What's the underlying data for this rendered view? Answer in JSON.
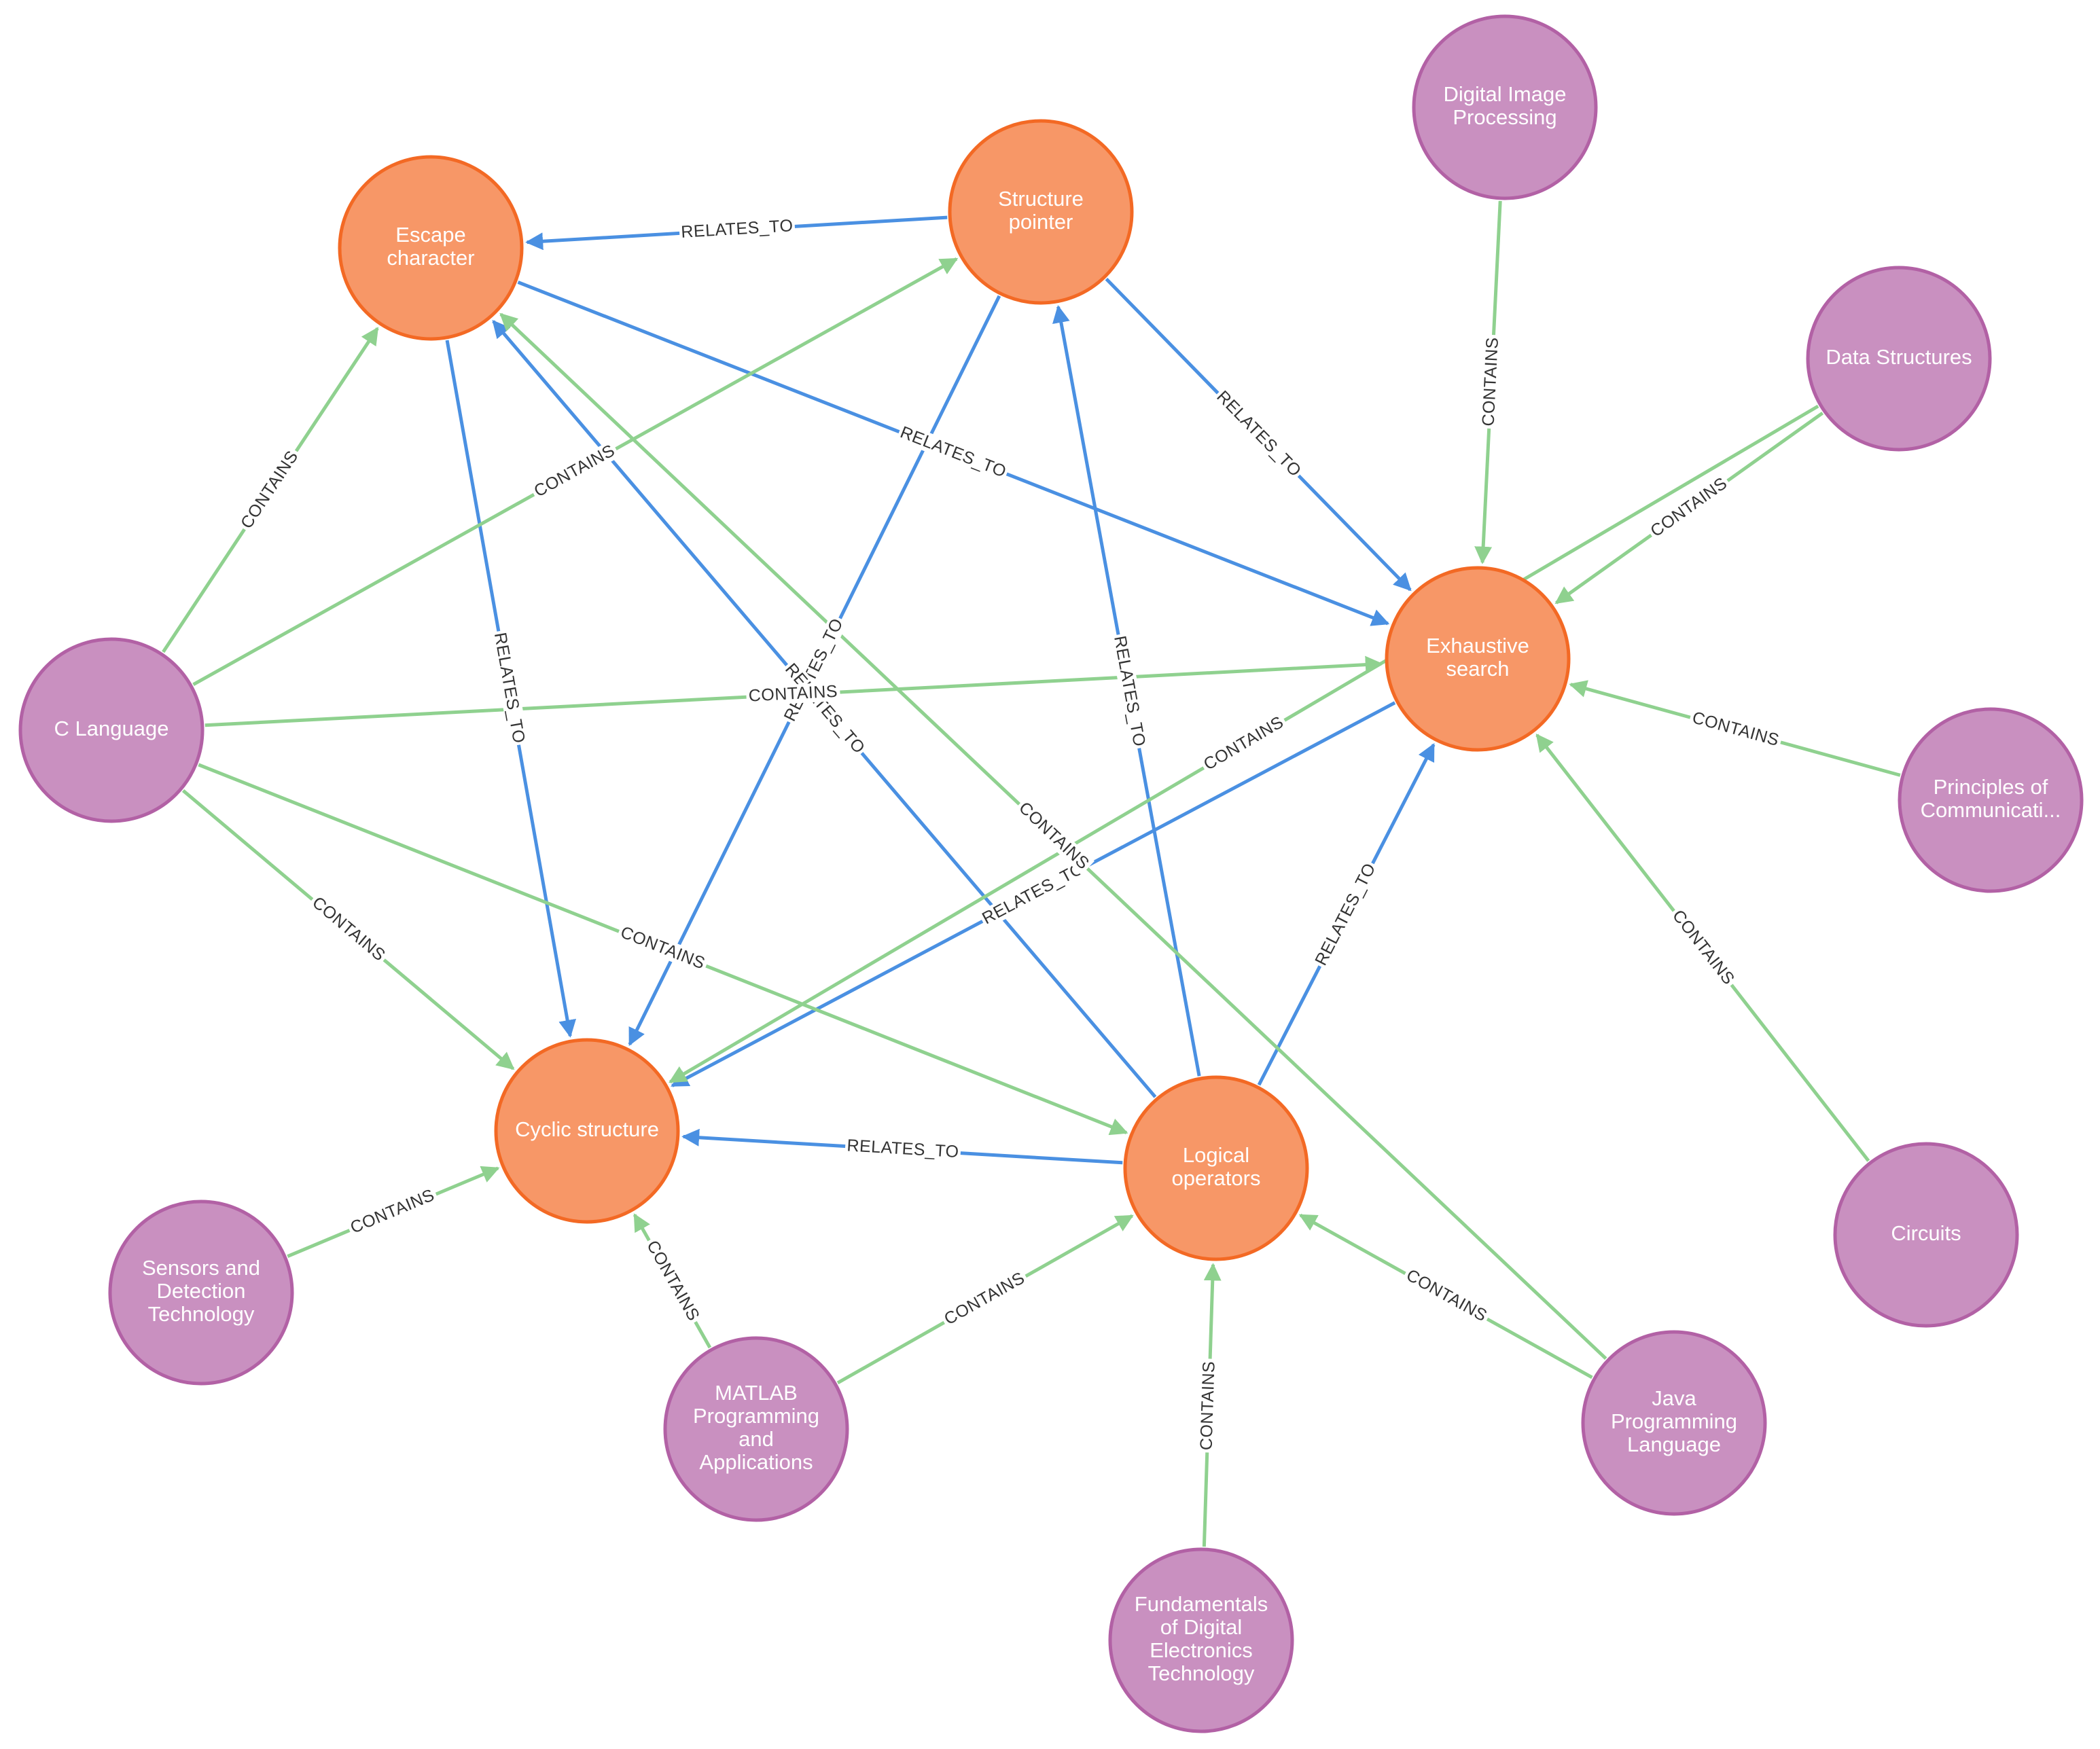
{
  "colors": {
    "concept_fill": "#F79767",
    "concept_stroke": "#F36924",
    "course_fill": "#C990C0",
    "course_stroke": "#B261A5",
    "contains_edge": "#8FD18F",
    "relates_edge": "#4A90E2"
  },
  "relationship_types": {
    "contains": "CONTAINS",
    "relates": "RELATES_TO"
  },
  "nodes": [
    {
      "id": "escape",
      "kind": "concept",
      "lines": [
        "Escape",
        "character"
      ]
    },
    {
      "id": "structptr",
      "kind": "concept",
      "lines": [
        "Structure",
        "pointer"
      ]
    },
    {
      "id": "exhaustive",
      "kind": "concept",
      "lines": [
        "Exhaustive",
        "search"
      ]
    },
    {
      "id": "cyclic",
      "kind": "concept",
      "lines": [
        "Cyclic structure"
      ]
    },
    {
      "id": "logical",
      "kind": "concept",
      "lines": [
        "Logical",
        "operators"
      ]
    },
    {
      "id": "dip",
      "kind": "course",
      "lines": [
        "Digital Image",
        "Processing"
      ]
    },
    {
      "id": "ds",
      "kind": "course",
      "lines": [
        "Data Structures"
      ]
    },
    {
      "id": "c",
      "kind": "course",
      "lines": [
        "C Language"
      ]
    },
    {
      "id": "poc",
      "kind": "course",
      "lines": [
        "Principles of",
        "Communicati..."
      ]
    },
    {
      "id": "circuits",
      "kind": "course",
      "lines": [
        "Circuits"
      ]
    },
    {
      "id": "sensors",
      "kind": "course",
      "lines": [
        "Sensors and",
        "Detection",
        "Technology"
      ]
    },
    {
      "id": "matlab",
      "kind": "course",
      "lines": [
        "MATLAB",
        "Programming",
        "and",
        "Applications"
      ]
    },
    {
      "id": "java",
      "kind": "course",
      "lines": [
        "Java",
        "Programming",
        "Language"
      ]
    },
    {
      "id": "fde",
      "kind": "course",
      "lines": [
        "Fundamentals",
        "of Digital",
        "Electronics",
        "Technology"
      ]
    }
  ],
  "edges": [
    {
      "from": "structptr",
      "to": "escape",
      "type": "relates"
    },
    {
      "from": "escape",
      "to": "exhaustive",
      "type": "relates"
    },
    {
      "from": "escape",
      "to": "cyclic",
      "type": "relates"
    },
    {
      "from": "structptr",
      "to": "exhaustive",
      "type": "relates"
    },
    {
      "from": "structptr",
      "to": "cyclic",
      "type": "relates"
    },
    {
      "from": "logical",
      "to": "structptr",
      "type": "relates"
    },
    {
      "from": "logical",
      "to": "escape",
      "type": "relates"
    },
    {
      "from": "logical",
      "to": "exhaustive",
      "type": "relates"
    },
    {
      "from": "logical",
      "to": "cyclic",
      "type": "relates"
    },
    {
      "from": "exhaustive",
      "to": "cyclic",
      "type": "relates"
    },
    {
      "from": "c",
      "to": "escape",
      "type": "contains"
    },
    {
      "from": "c",
      "to": "structptr",
      "type": "contains"
    },
    {
      "from": "c",
      "to": "exhaustive",
      "type": "contains"
    },
    {
      "from": "c",
      "to": "cyclic",
      "type": "contains"
    },
    {
      "from": "c",
      "to": "logical",
      "type": "contains"
    },
    {
      "from": "dip",
      "to": "exhaustive",
      "type": "contains"
    },
    {
      "from": "ds",
      "to": "exhaustive",
      "type": "contains"
    },
    {
      "from": "ds",
      "to": "cyclic",
      "type": "contains"
    },
    {
      "from": "poc",
      "to": "exhaustive",
      "type": "contains"
    },
    {
      "from": "circuits",
      "to": "exhaustive",
      "type": "contains"
    },
    {
      "from": "sensors",
      "to": "cyclic",
      "type": "contains"
    },
    {
      "from": "matlab",
      "to": "cyclic",
      "type": "contains"
    },
    {
      "from": "matlab",
      "to": "logical",
      "type": "contains"
    },
    {
      "from": "java",
      "to": "logical",
      "type": "contains"
    },
    {
      "from": "java",
      "to": "escape",
      "type": "contains"
    },
    {
      "from": "fde",
      "to": "logical",
      "type": "contains"
    }
  ]
}
